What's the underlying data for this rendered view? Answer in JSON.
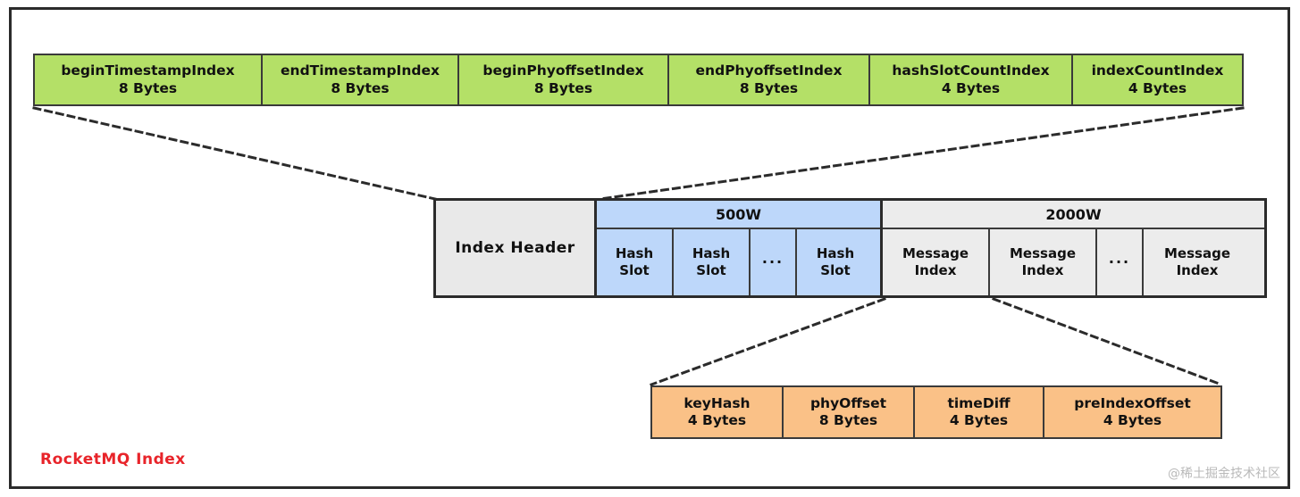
{
  "diagram": {
    "caption": "RocketMQ Index",
    "watermark": "@稀土掘金技术社区",
    "colors": {
      "header_field_fill": "#b4e067",
      "hash_slot_fill": "#bdd7fa",
      "message_index_fill": "#ececec",
      "index_header_fill": "#e9e9e9",
      "detail_fill": "#fac187",
      "caption_color": "#e8242a",
      "border": "#2b2b2b"
    },
    "header_fields": [
      {
        "name": "beginTimestampIndex",
        "size": "8 Bytes"
      },
      {
        "name": "endTimestampIndex",
        "size": "8 Bytes"
      },
      {
        "name": "beginPhyoffsetIndex",
        "size": "8 Bytes"
      },
      {
        "name": "endPhyoffsetIndex",
        "size": "8 Bytes"
      },
      {
        "name": "hashSlotCountIndex",
        "size": "4 Bytes"
      },
      {
        "name": "indexCountIndex",
        "size": "4 Bytes"
      }
    ],
    "index_file": {
      "index_header_label": "Index Header",
      "hash_slot_section": {
        "count_label": "500W",
        "cells": [
          {
            "l1": "Hash",
            "l2": "Slot",
            "type": "slot"
          },
          {
            "l1": "Hash",
            "l2": "Slot",
            "type": "slot"
          },
          {
            "l1": "···",
            "l2": "",
            "type": "ellipsis"
          },
          {
            "l1": "Hash",
            "l2": "Slot",
            "type": "slot"
          }
        ]
      },
      "message_index_section": {
        "count_label": "2000W",
        "cells": [
          {
            "l1": "Message",
            "l2": "Index",
            "type": "msg"
          },
          {
            "l1": "Message",
            "l2": "Index",
            "type": "msg"
          },
          {
            "l1": "···",
            "l2": "",
            "type": "ellipsis"
          },
          {
            "l1": "Message",
            "l2": "Index",
            "type": "msg"
          }
        ]
      }
    },
    "message_index_detail": [
      {
        "name": "keyHash",
        "size": "4 Bytes"
      },
      {
        "name": "phyOffset",
        "size": "8 Bytes"
      },
      {
        "name": "timeDiff",
        "size": "4 Bytes"
      },
      {
        "name": "preIndexOffset",
        "size": "4 Bytes"
      }
    ]
  }
}
